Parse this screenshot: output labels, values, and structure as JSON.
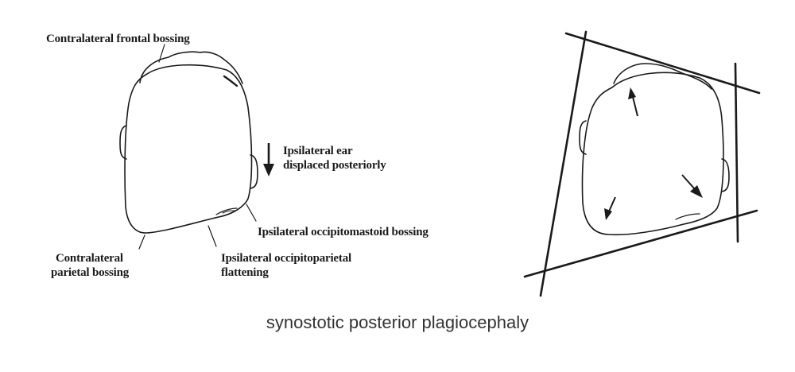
{
  "labels": {
    "contralateral_frontal": "Contralateral frontal bossing",
    "ipsilateral_ear_line1": "Ipsilateral ear",
    "ipsilateral_ear_line2": "displaced posteriorly",
    "occipitomastoid": "Ipsilateral occipitomastoid bossing",
    "contralateral_parietal_line1": "Contralateral",
    "contralateral_parietal_line2": "parietal bossing",
    "occipitoparietal_line1": "Ipsilateral occipitoparietal",
    "occipitoparietal_line2": "flattening"
  },
  "caption": "synostotic posterior plagiocephaly",
  "colors": {
    "ink": "#1a1a1a",
    "caption": "#333333"
  }
}
